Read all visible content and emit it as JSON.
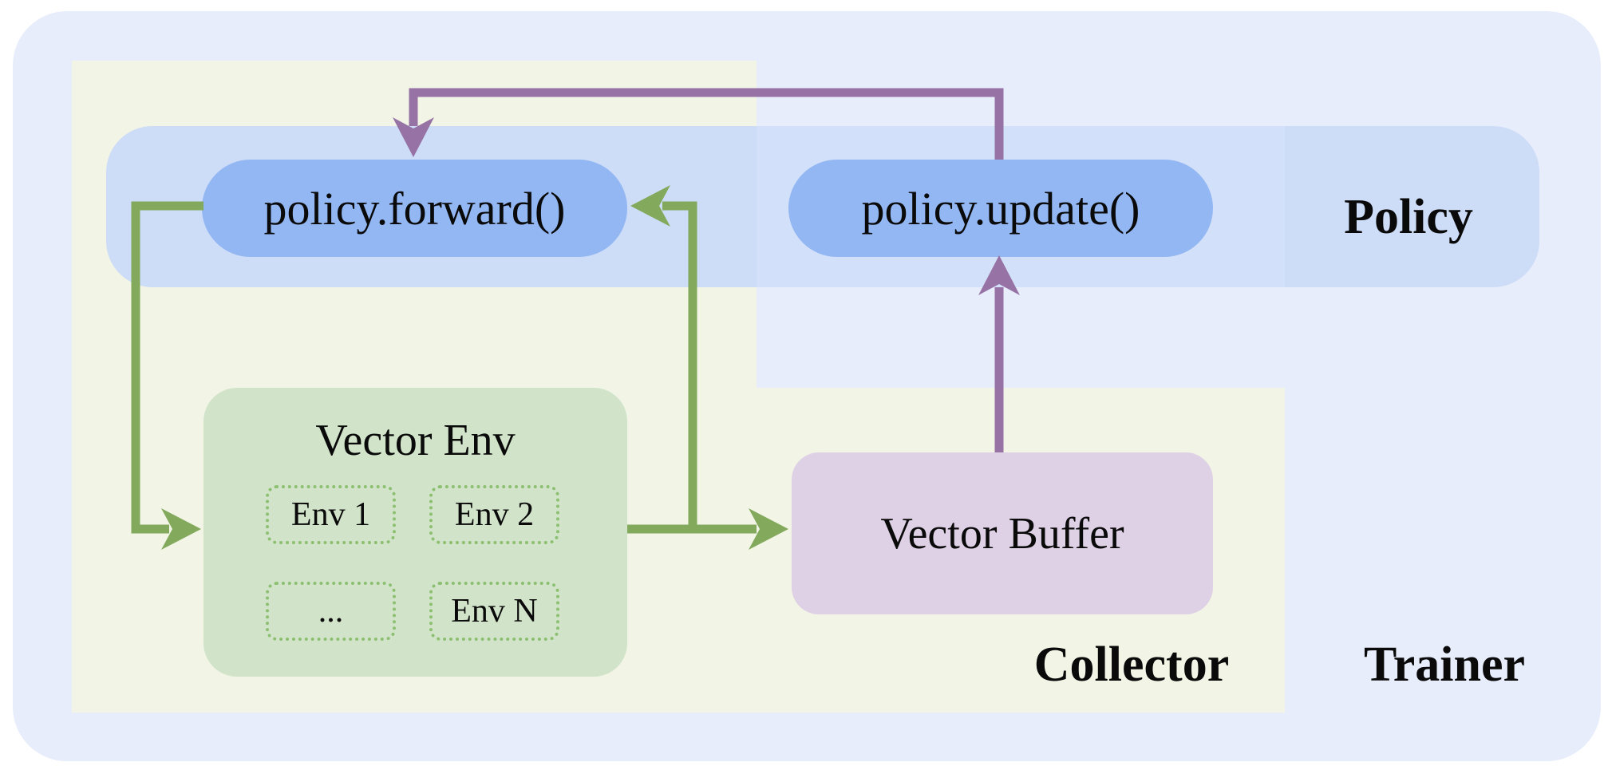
{
  "diagram": {
    "regions": {
      "trainer_label": "Trainer",
      "collector_label": "Collector",
      "policy_label": "Policy"
    },
    "nodes": {
      "policy_forward": "policy.forward()",
      "policy_update": "policy.update()",
      "vector_env_title": "Vector Env",
      "env_items": [
        "Env 1",
        "Env 2",
        "...",
        "Env N"
      ],
      "vector_buffer": "Vector Buffer"
    },
    "edges": [
      {
        "from": "policy.update()",
        "to": "policy.forward()",
        "color": "#9673a4",
        "route": "up-left-down over top"
      },
      {
        "from": "Vector Buffer",
        "to": "policy.update()",
        "color": "#9673a4",
        "route": "straight up"
      },
      {
        "from": "policy.forward()",
        "to": "Vector Env",
        "color": "#83a95c",
        "route": "left side down"
      },
      {
        "from": "Vector Env",
        "to": "Vector Buffer",
        "color": "#83a95c",
        "route": "straight right"
      },
      {
        "from": "Vector Env",
        "to": "policy.forward()",
        "color": "#83a95c",
        "route": "branch up from right line"
      }
    ],
    "colors": {
      "trainer_bg": "#e8edfc",
      "collector_bg": "#f2f5e6",
      "policy_band": "#cddcf7",
      "pill": "#93b7f3",
      "env_box": "#d1e4ca",
      "env_dashed_border": "#8cbf70",
      "buffer_box": "#ded1e6",
      "green_arrow": "#83a95c",
      "purple_arrow": "#9673a4"
    }
  }
}
